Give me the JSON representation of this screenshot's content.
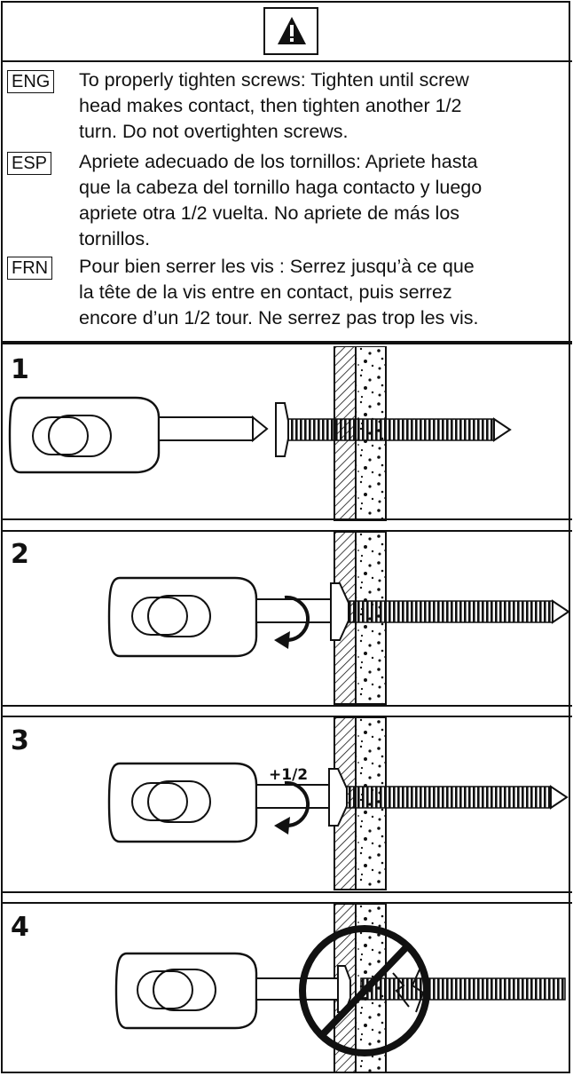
{
  "instructions": [
    {
      "code": "ENG",
      "text": "To properly tighten screws: Tighten until screw\nhead makes contact, then tighten another 1/2\nturn. Do not overtighten screws."
    },
    {
      "code": "ESP",
      "text": "Apriete adecuado de los tornillos: Apriete hasta\nque la cabeza del tornillo haga contacto y luego\napriete otra 1/2 vuelta. No apriete de más los\ntornillos."
    },
    {
      "code": "FRN",
      "text": "Pour bien serrer les vis : Serrez jusqu’à ce que\nla tête de la vis entre en contact, puis serrez\nencore d’un 1/2 tour. Ne serrez pas trop les vis."
    }
  ],
  "steps": [
    {
      "number": "1"
    },
    {
      "number": "2"
    },
    {
      "number": "3",
      "turn_label": "+1/2"
    },
    {
      "number": "4"
    }
  ],
  "icons": {
    "warning": "warning-triangle-icon",
    "prohibited": "prohibition-icon",
    "rotate": "rotate-arrow-icon"
  },
  "colors": {
    "ink": "#111111",
    "paper": "#ffffff"
  }
}
